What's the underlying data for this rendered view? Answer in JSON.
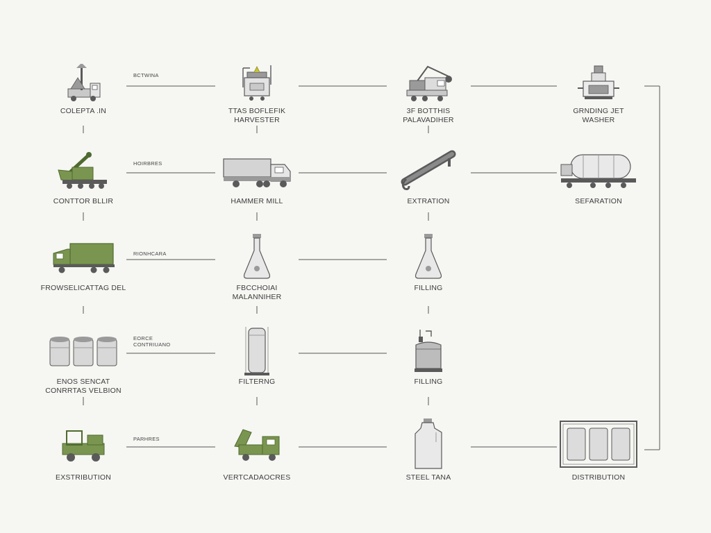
{
  "colors": {
    "background": "#f6f6f3",
    "line": "#555555",
    "green": "#7a9550",
    "green_dark": "#4f6a2e",
    "gray": "#9a9a9a",
    "gray_dark": "#5a5a5a",
    "steel": "#c9c9c9"
  },
  "nodes": [
    {
      "id": "colepta-in",
      "icon": "crane-truck-icon",
      "label_lines": [
        "COLEPTA .IN"
      ]
    },
    {
      "id": "harvester",
      "icon": "hopper-machine-icon",
      "label_lines": [
        "TTAS BOFLEFIK",
        "HARVESTER"
      ]
    },
    {
      "id": "palavadher",
      "icon": "loader-crane-icon",
      "label_lines": [
        "3F BOTTHIS",
        "PALAVADIHER"
      ]
    },
    {
      "id": "grinding-jet",
      "icon": "grinder-machine-icon",
      "label_lines": [
        "GRNDING JET",
        "WASHER"
      ]
    },
    {
      "id": "contor-bllir",
      "icon": "green-harvester-icon",
      "label_lines": [
        "CONTTOR BLLIR"
      ]
    },
    {
      "id": "hammer-mill",
      "icon": "box-truck-icon",
      "label_lines": [
        "HAMMER MILL"
      ]
    },
    {
      "id": "extration",
      "icon": "screw-conveyor-icon",
      "label_lines": [
        "EXTRATION"
      ]
    },
    {
      "id": "sefaration",
      "icon": "tanker-icon",
      "label_lines": [
        "SEFARATION"
      ]
    },
    {
      "id": "frowselicating",
      "icon": "green-truck-icon",
      "label_lines": [
        "FROWSELICATTAG DEL"
      ]
    },
    {
      "id": "fbconola",
      "icon": "flask-icon",
      "label_lines": [
        "FBCCHOIAI",
        "MALANNIHER"
      ]
    },
    {
      "id": "filling-1",
      "icon": "flask-icon",
      "label_lines": [
        "FILLING"
      ]
    },
    {
      "id": "enos-sencat",
      "icon": "silos-icon",
      "label_lines": [
        "ENOS SENCAT",
        "CONRRTAS VELBION"
      ]
    },
    {
      "id": "filtering",
      "icon": "filter-tank-icon",
      "label_lines": [
        "FILTERNG"
      ]
    },
    {
      "id": "filling-2",
      "icon": "reactor-tank-icon",
      "label_lines": [
        "FILLING"
      ]
    },
    {
      "id": "exstribution",
      "icon": "green-tractor-icon",
      "label_lines": [
        "EXSTRIBUTION"
      ]
    },
    {
      "id": "vertcadaocres",
      "icon": "green-dump-truck-icon",
      "label_lines": [
        "VERTCADAOCRES"
      ]
    },
    {
      "id": "steel-tana",
      "icon": "jug-icon",
      "label_lines": [
        "STEEL TANA"
      ]
    },
    {
      "id": "distribution",
      "icon": "container-rack-icon",
      "label_lines": [
        "DISTRIBUTION"
      ]
    }
  ],
  "edge_labels": [
    {
      "id": "edge-label-1",
      "lines": [
        "BCTWINA"
      ]
    },
    {
      "id": "edge-label-2",
      "lines": [
        "HOIRBRES"
      ]
    },
    {
      "id": "edge-label-3",
      "lines": [
        "RIONHCARA"
      ]
    },
    {
      "id": "edge-label-4",
      "lines": [
        "EORCE",
        "CONTRIUANO"
      ]
    },
    {
      "id": "edge-label-5",
      "lines": [
        "PARHRES"
      ]
    }
  ]
}
